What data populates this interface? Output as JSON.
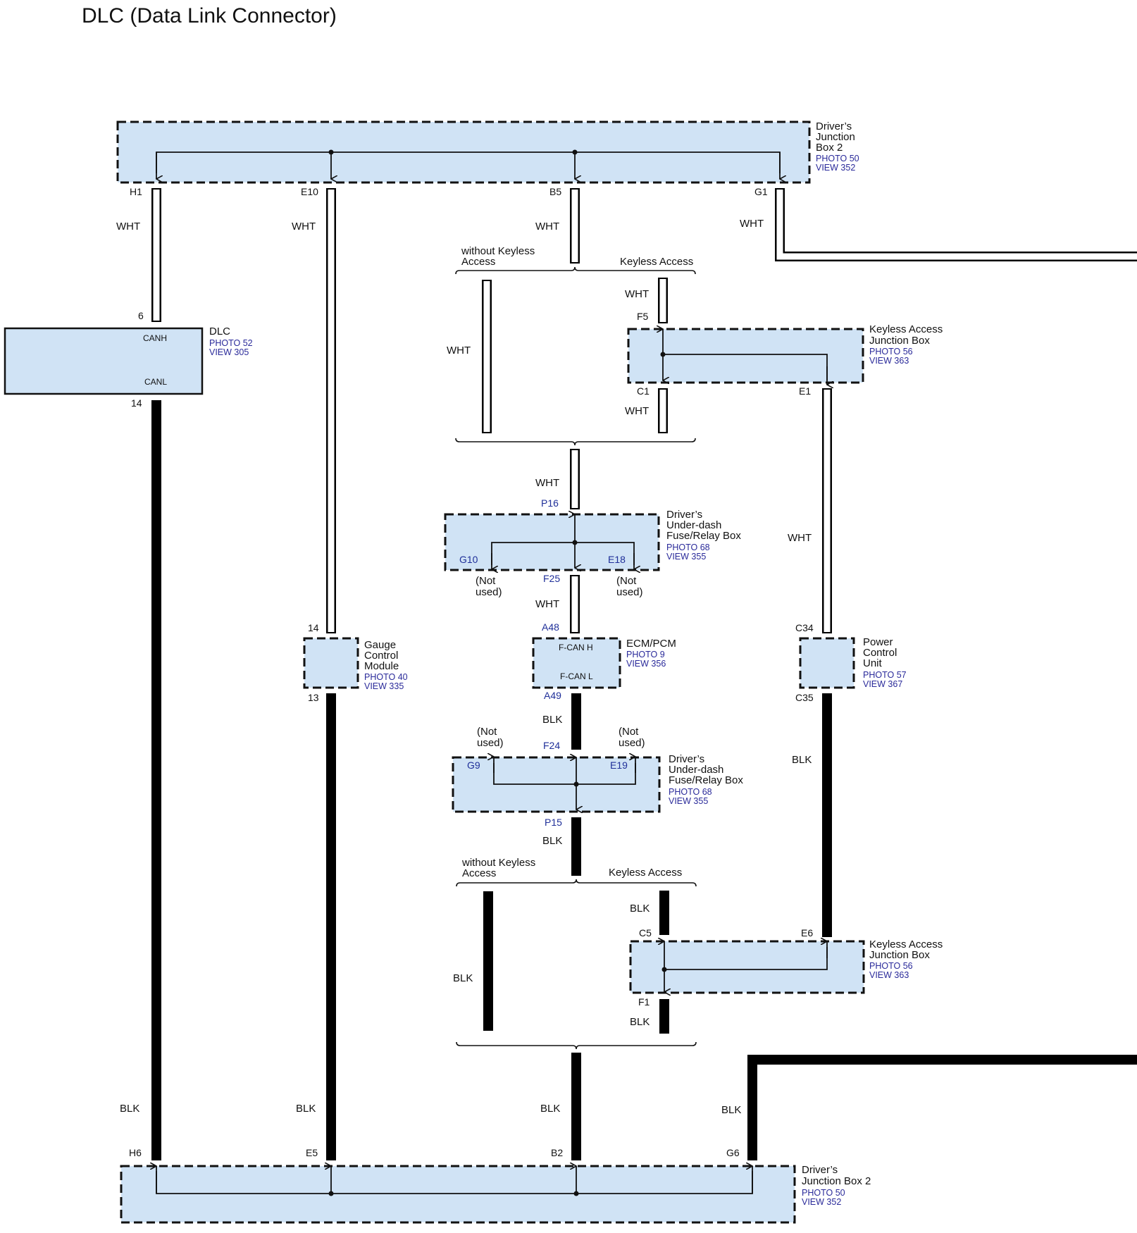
{
  "title": "DLC (Data Link Connector)",
  "wire_colors": {
    "WHT": "#ffffff",
    "BLK": "#000000",
    "box_fill": "#d0e3f5",
    "ref_text": "#2a2a9a"
  },
  "components": {
    "djb2_top": {
      "name": [
        "Driver’s",
        "Junction",
        "Box 2"
      ],
      "photo": "PHOTO 50",
      "view": "VIEW 352"
    },
    "dlc": {
      "name": "DLC",
      "photo": "PHOTO 52",
      "view": "VIEW 305",
      "pin_top": "CANH",
      "pin_bottom": "CANL"
    },
    "kajb_top": {
      "name": [
        "Keyless Access",
        "Junction Box"
      ],
      "photo": "PHOTO 56",
      "view": "VIEW 363"
    },
    "udfrb_top": {
      "name": [
        "Driver’s",
        "Under-dash",
        "Fuse/Relay Box"
      ],
      "photo": "PHOTO 68",
      "view": "VIEW 355"
    },
    "gcm": {
      "name": [
        "Gauge",
        "Control",
        "Module"
      ],
      "photo": "PHOTO 40",
      "view": "VIEW 335"
    },
    "ecm": {
      "name": "ECM/PCM",
      "photo": "PHOTO 9",
      "view": "VIEW 356",
      "pin_top": "F-CAN H",
      "pin_bottom": "F-CAN L"
    },
    "pcu": {
      "name": [
        "Power",
        "Control",
        "Unit"
      ],
      "photo": "PHOTO 57",
      "view": "VIEW 367"
    },
    "udfrb_bot": {
      "name": [
        "Driver’s",
        "Under-dash",
        "Fuse/Relay Box"
      ],
      "photo": "PHOTO 68",
      "view": "VIEW 355"
    },
    "kajb_bot": {
      "name": [
        "Keyless Access",
        "Junction Box"
      ],
      "photo": "PHOTO 56",
      "view": "VIEW 363"
    },
    "djb2_bot": {
      "name": [
        "Driver’s",
        "Junction Box 2"
      ],
      "photo": "PHOTO 50",
      "view": "VIEW 352"
    }
  },
  "pins": {
    "H1": "H1",
    "E10": "E10",
    "B5": "B5",
    "G1": "G1",
    "dlc_6": "6",
    "dlc_14": "14",
    "F5": "F5",
    "C1": "C1",
    "E1": "E1",
    "P16": "P16",
    "G10": "G10",
    "E18": "E18",
    "F25": "F25",
    "A48": "A48",
    "A49": "A49",
    "gcm_14": "14",
    "gcm_13": "13",
    "C34": "C34",
    "C35": "C35",
    "F24": "F24",
    "G9": "G9",
    "E19": "E19",
    "P15": "P15",
    "C5": "C5",
    "E6": "E6",
    "F1": "F1",
    "H6": "H6",
    "E5": "E5",
    "B2": "B2",
    "G6": "G6"
  },
  "wires": {
    "wht": "WHT",
    "blk": "BLK"
  },
  "options": {
    "without": [
      "without Keyless",
      "Access"
    ],
    "with": "Keyless Access"
  },
  "not_used": [
    "(Not",
    "used)"
  ]
}
